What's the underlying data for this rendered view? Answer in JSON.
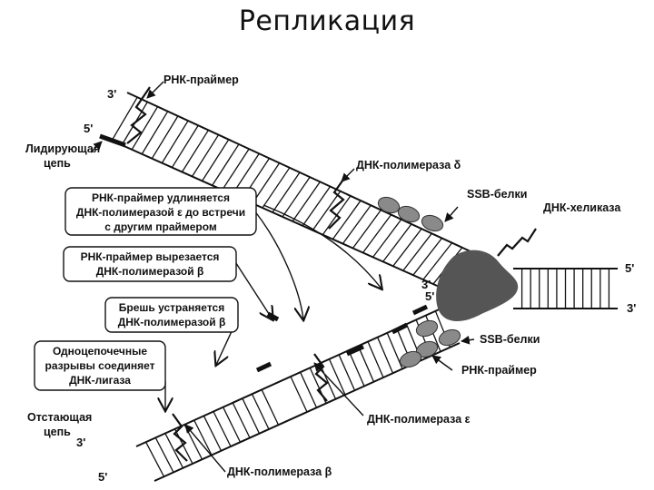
{
  "title": "Репликация",
  "labels": {
    "rna_primer_top": "РНК-праймер",
    "leading_strand_1": "Лидирующая",
    "leading_strand_2": "цепь",
    "dna_pol_delta": "ДНК-полимераза δ",
    "ssb_top": "SSB-белки",
    "dna_helicase": "ДНК-хеликаза",
    "ssb_bottom": "SSB-белки",
    "rna_primer_bottom": "РНК-праймер",
    "dna_pol_epsilon": "ДНК-полимераза ε",
    "lagging_strand_1": "Отстающая",
    "lagging_strand_2": "цепь",
    "dna_pol_beta": "ДНК-полимераза β"
  },
  "boxes": {
    "box1": [
      "РНК-праймер удлиняется",
      "ДНК-полимеразой ε до встречи",
      "с другим праймером"
    ],
    "box2": [
      "РНК-праймер вырезается",
      "ДНК-полимеразой β"
    ],
    "box3": [
      "Брешь устраняется",
      "ДНК-полимеразой β"
    ],
    "box4": [
      "Одноцепочечные",
      "разрывы соединяет",
      "ДНК-лигаза"
    ]
  },
  "ends": {
    "top_3": "3'",
    "top_5": "5'",
    "right_5": "5'",
    "right_3": "3'",
    "fork_3": "3'",
    "fork_5": "5'",
    "bottom_3": "3'",
    "bottom_5": "5'"
  },
  "colors": {
    "ink": "#111111",
    "protein": "#8a8a8a",
    "helicase": "#555555"
  }
}
